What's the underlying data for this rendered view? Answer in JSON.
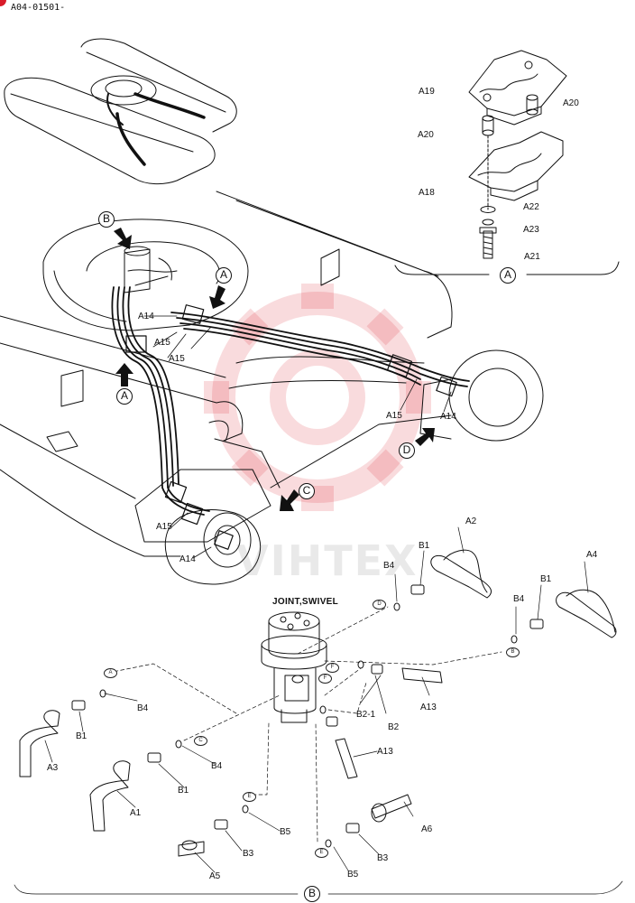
{
  "drawing_code": "A04-01501-",
  "watermark_text": "VIHTEX",
  "accent_color": "#d91c2a",
  "title": "JOINT,SWIVEL",
  "view_markers": [
    "A",
    "B",
    "C",
    "D"
  ],
  "mini_markers": [
    "A",
    "C",
    "D",
    "E",
    "F"
  ],
  "parts": {
    "a1": "A1",
    "a2": "A2",
    "a3": "A3",
    "a4": "A4",
    "a5": "A5",
    "a6": "A6",
    "a13": "A13",
    "a14": "A14",
    "a15": "A15",
    "a18": "A18",
    "a19": "A19",
    "a20": "A20",
    "a21": "A21",
    "a22": "A22",
    "a23": "A23",
    "b1": "B1",
    "b2": "B2",
    "b2_1": "B2-1",
    "b3": "B3",
    "b4": "B4",
    "b5": "B5"
  }
}
